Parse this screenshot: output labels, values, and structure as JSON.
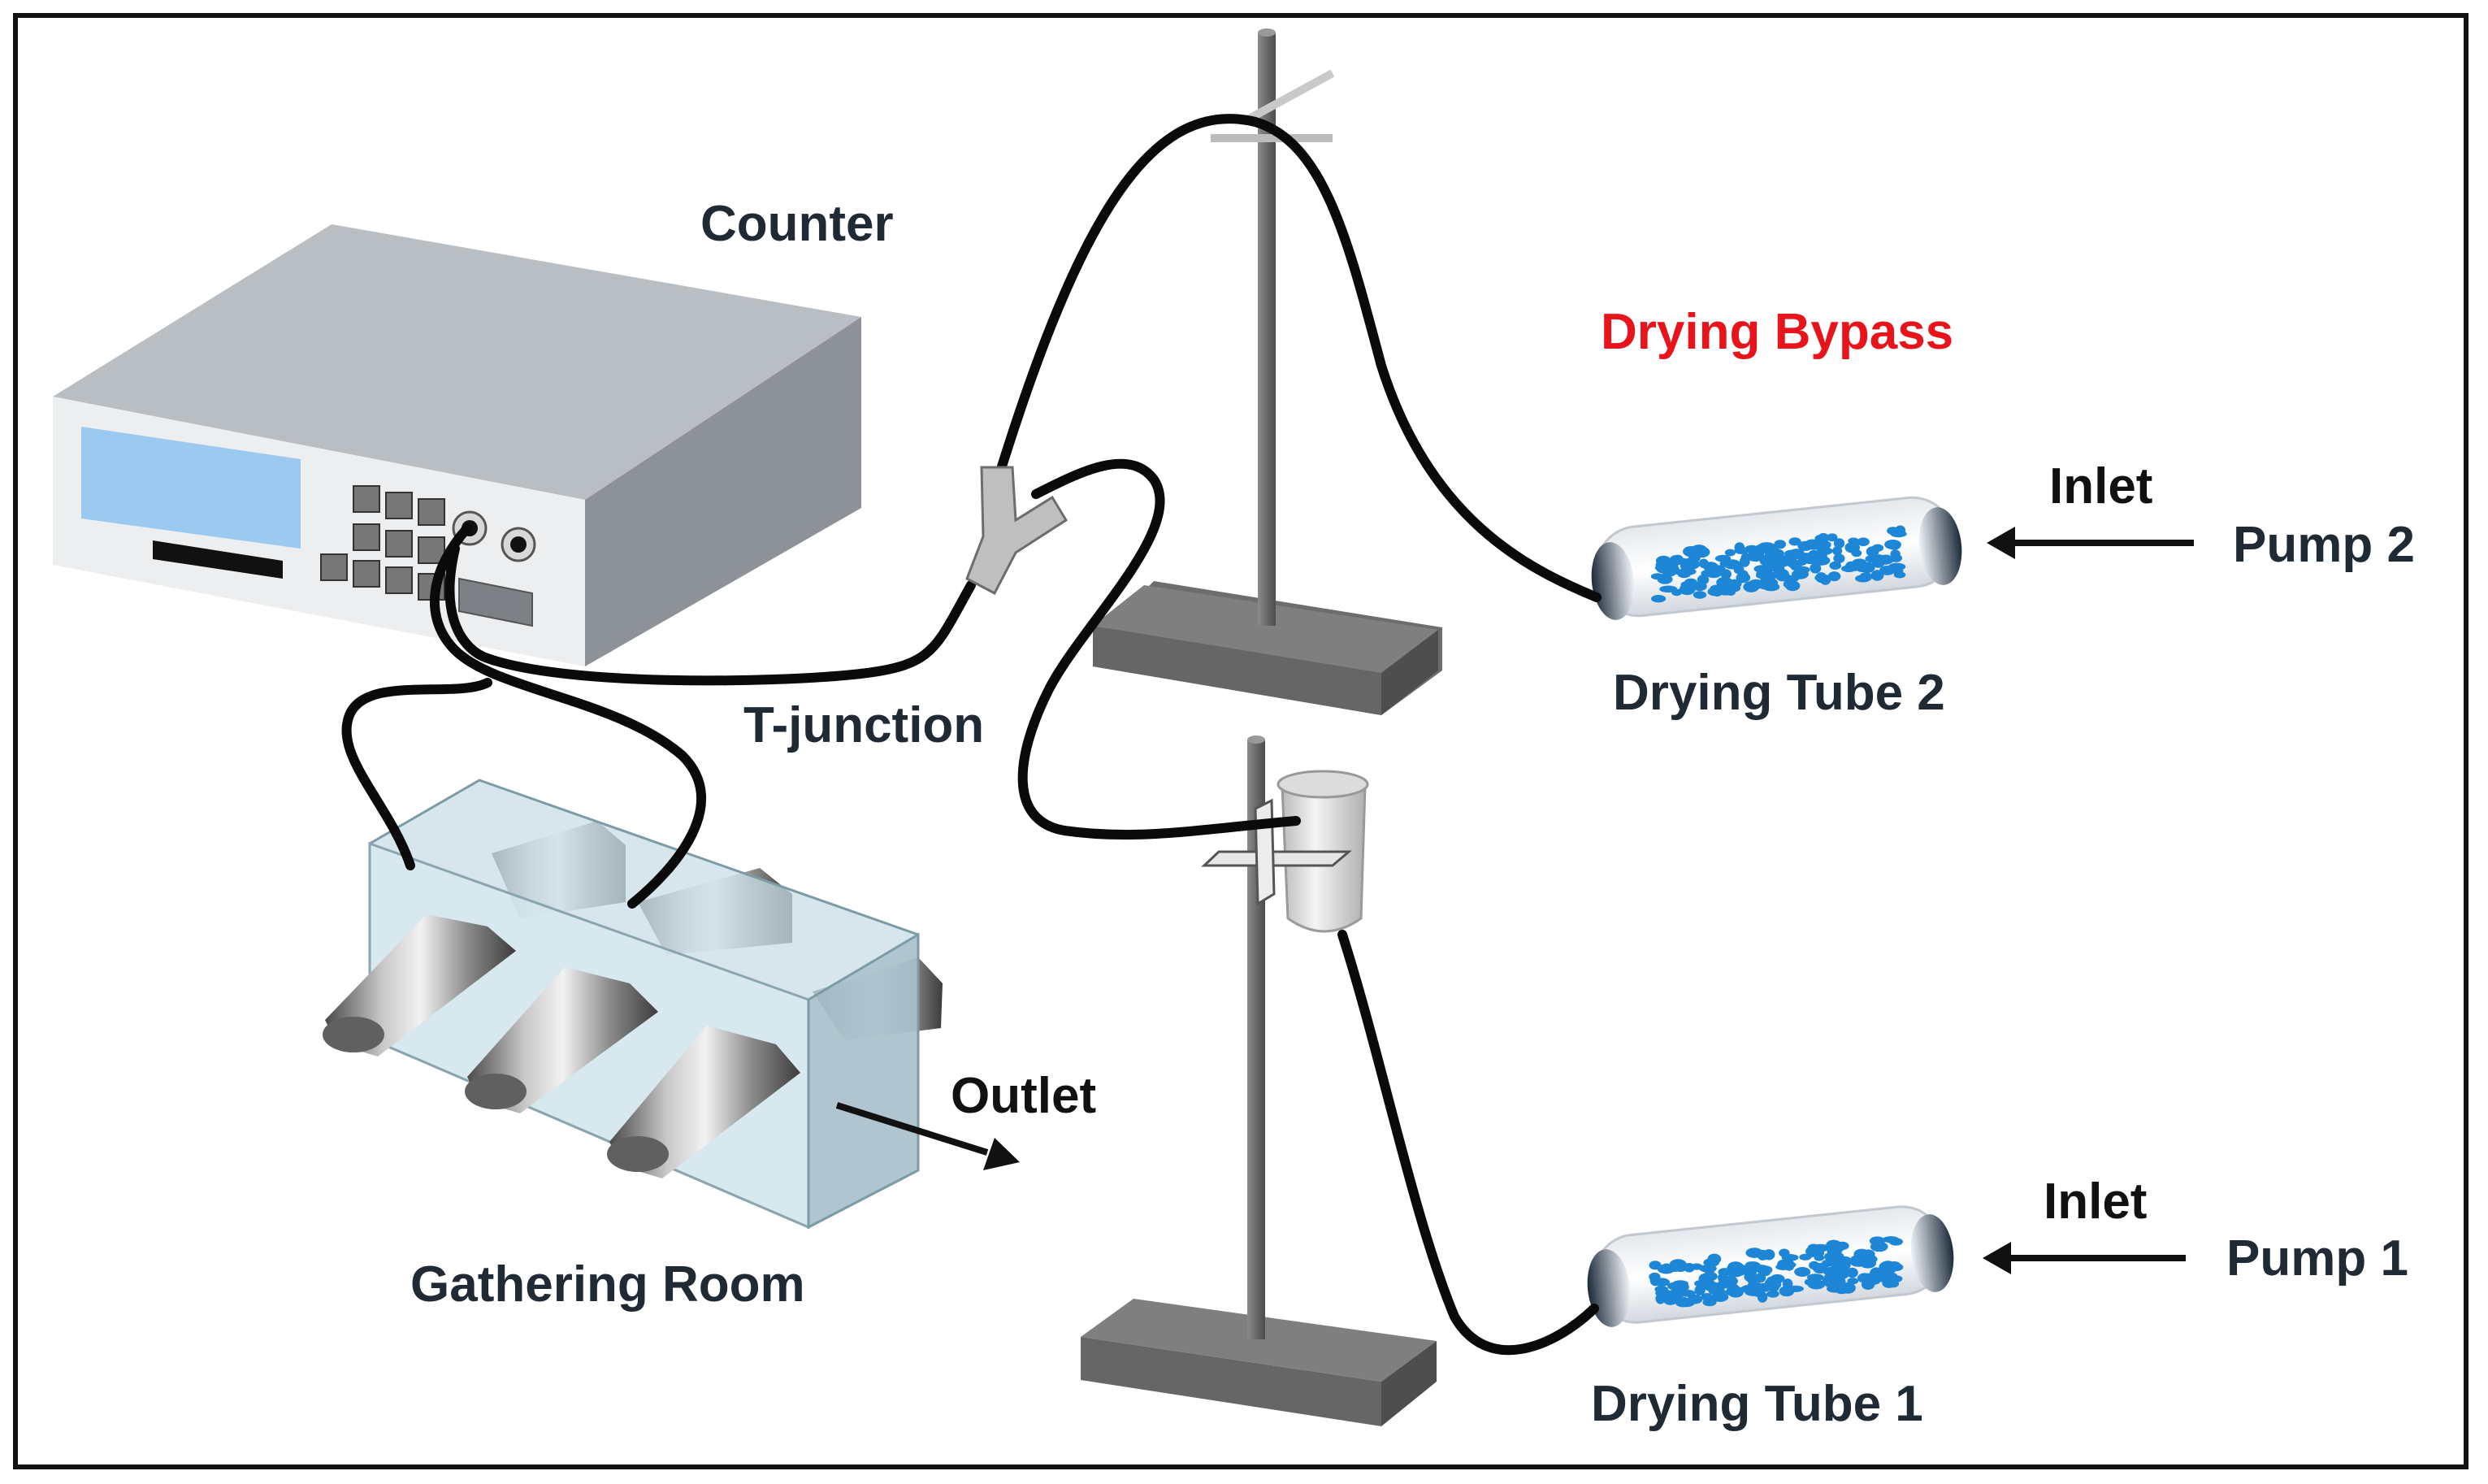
{
  "labels": {
    "counter": "Counter",
    "drying_bypass": "Drying Bypass",
    "inlet_top": "Inlet",
    "pump_2": "Pump 2",
    "drying_tube_2": "Drying Tube 2",
    "t_junction": "T-junction",
    "outlet": "Outlet",
    "gathering_room": "Gathering Room",
    "inlet_bottom": "Inlet",
    "pump_1": "Pump 1",
    "drying_tube_1": "Drying Tube 1"
  },
  "colors": {
    "drying_bypass_text": "#e8141b",
    "label_text": "#1f2a35",
    "desiccant_beads": "#1d86d6",
    "counter_display": "#9cc9ef",
    "tubing": "#0a0a0a"
  }
}
